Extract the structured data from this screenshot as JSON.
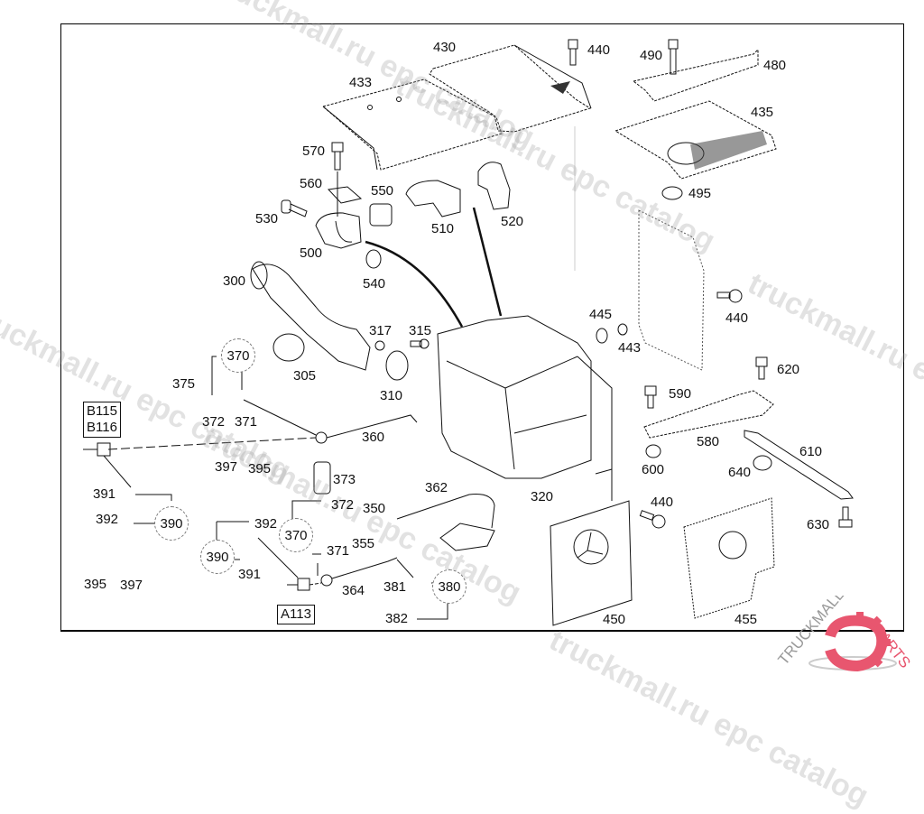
{
  "diagram": {
    "title": "Exhaust aftertreatment / muffler assembly parts catalog",
    "watermark": "truckmall.ru epc catalog",
    "brand_logo": {
      "text": "TRUCKMALL",
      "accent_text": "PARTS",
      "accent_color": "#e8566f",
      "icon": "gear-icon"
    },
    "labels": {
      "l430": "430",
      "l440a": "440",
      "l490": "490",
      "l480": "480",
      "l433": "433",
      "l435": "435",
      "l570": "570",
      "l495": "495",
      "l560": "560",
      "l550": "550",
      "l520": "520",
      "l530": "530",
      "l510": "510",
      "l500": "500",
      "l540": "540",
      "l300": "300",
      "l445": "445",
      "l440b": "440",
      "l443": "443",
      "l317": "317",
      "l315": "315",
      "l305": "305",
      "l310": "310",
      "l620": "620",
      "l375": "375",
      "l372a": "372",
      "l371a": "371",
      "l590": "590",
      "l360": "360",
      "l580": "580",
      "l610": "610",
      "l600": "600",
      "l640": "640",
      "l397a": "397",
      "l395a": "395",
      "l373": "373",
      "l391a": "391",
      "l362": "362",
      "l372b": "372",
      "l350": "350",
      "l320": "320",
      "l440c": "440",
      "l392a": "392",
      "l392b": "392",
      "l355": "355",
      "l371b": "371",
      "l630": "630",
      "l391b": "391",
      "l395b": "395",
      "l397b": "397",
      "l364": "364",
      "l381": "381",
      "l382": "382",
      "l450": "450",
      "l455": "455"
    },
    "circled_refs": {
      "c370a": "370",
      "c390a": "390",
      "c390b": "390",
      "c370b": "370",
      "c380": "380"
    },
    "component_refs": {
      "b115": "B115",
      "b116": "B116",
      "a113": "A113"
    }
  }
}
